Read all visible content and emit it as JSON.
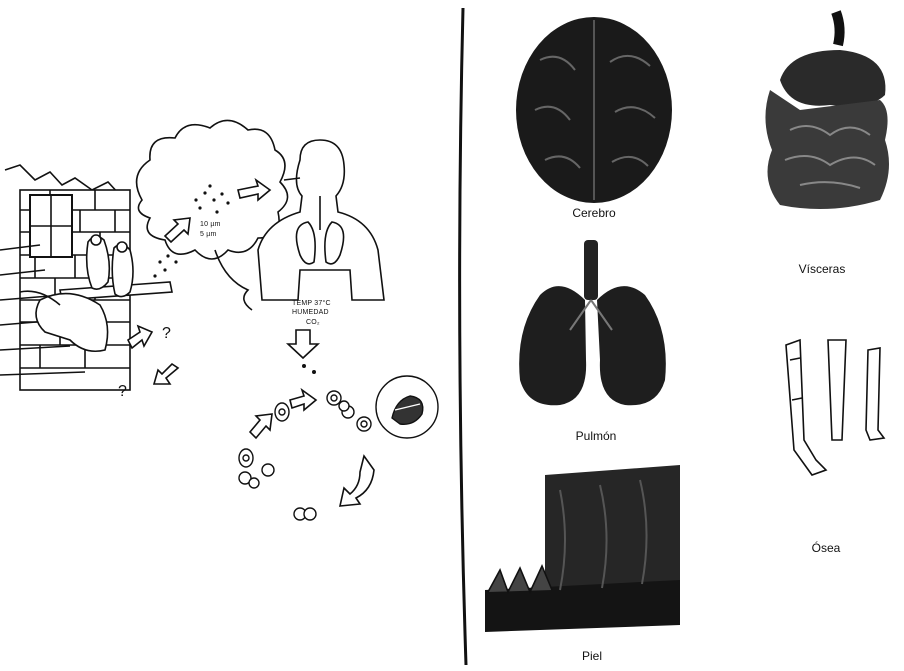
{
  "left_panel": {
    "particle_sizes": [
      "10 µm",
      "5 µm"
    ],
    "conditions": [
      "TEMP 37°C",
      "HUMEDAD",
      "CO₂"
    ],
    "question_marks": [
      "?",
      "?"
    ]
  },
  "organs": [
    {
      "id": "cerebro",
      "label": "Cerebro"
    },
    {
      "id": "visceras",
      "label": "Vísceras"
    },
    {
      "id": "pulmon",
      "label": "Pulmón"
    },
    {
      "id": "osea",
      "label": "Ósea"
    },
    {
      "id": "piel",
      "label": "Piel"
    }
  ]
}
